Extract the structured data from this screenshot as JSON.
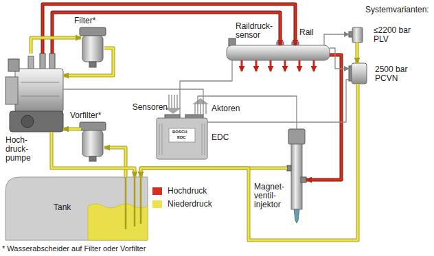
{
  "diagram": {
    "nodes": [
      {
        "text": [
          "Hoch- druck- pumpe"
        ]
      },
      {
        "text": [
          "Filter*"
        ]
      },
      {
        "text": [
          "Vorfilter*"
        ]
      },
      {
        "text": [
          "Tank"
        ]
      },
      {
        "text": [
          "Rail"
        ]
      },
      {
        "text": [
          "EDC"
        ]
      },
      {
        "text": [
          "Magnet- ventil- injektor"
        ]
      },
      {
        "text": [
          "≤2200 bar PLV"
        ]
      },
      {
        "text": [
          "2500 bar PCVN"
        ]
      }
    ],
    "edges": [
      {
        "from": 0,
        "to": 4,
        "arrow": "to"
      },
      {
        "from": 0,
        "to": 4,
        "arrow": "to"
      },
      {
        "from": 4,
        "to": 6,
        "arrow": "to"
      },
      {
        "from": 4,
        "to": 7,
        "arrow": "to"
      },
      {
        "from": 4,
        "to": 8,
        "arrow": "to"
      },
      {
        "from": 3,
        "to": 2,
        "arrow": "to"
      },
      {
        "from": 2,
        "to": 0,
        "arrow": "to"
      },
      {
        "from": 0,
        "to": 1,
        "arrow": "to"
      },
      {
        "from": 1,
        "to": 0,
        "arrow": "to"
      },
      {
        "from": 6,
        "to": 3,
        "arrow": "to"
      },
      {
        "from": 7,
        "to": 8,
        "arrow": "to"
      },
      {
        "from": 8,
        "to": 3,
        "arrow": "to"
      },
      {
        "from": 0,
        "to": 3,
        "arrow": "to"
      },
      {
        "from": 4,
        "to": 5,
        "arrow": "none"
      },
      {
        "from": 5,
        "to": 0,
        "arrow": "none"
      },
      {
        "from": 5,
        "to": 6,
        "arrow": "none"
      },
      {
        "from": 5,
        "to": 8,
        "arrow": "none"
      }
    ],
    "labels": [
      "Raildruck- sensor",
      "Systemvarianten:",
      "Sensoren",
      "Aktoren",
      "BOSCH",
      "EDC",
      "* Wasserabscheider auf Filter oder Vorfilter"
    ],
    "legend": [
      {
        "text": "Hochdruck",
        "color": "#d4301f"
      },
      {
        "text": "Niederdruck",
        "color": "#ece44a"
      }
    ]
  }
}
